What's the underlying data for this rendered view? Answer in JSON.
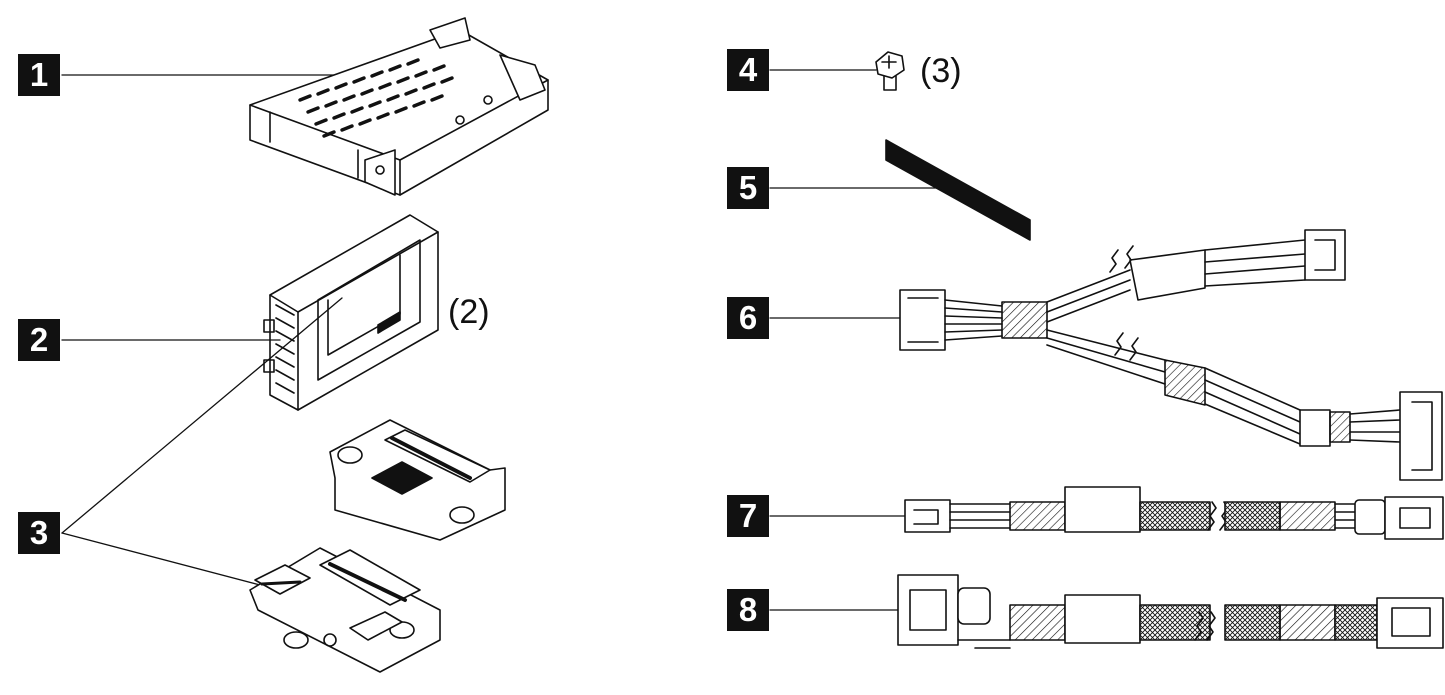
{
  "callouts": [
    {
      "label": "1"
    },
    {
      "label": "2"
    },
    {
      "label": "3"
    },
    {
      "label": "4"
    },
    {
      "label": "5"
    },
    {
      "label": "6"
    },
    {
      "label": "7"
    },
    {
      "label": "8"
    }
  ],
  "quantities": {
    "drive_fillers": "(2)",
    "screws": "(3)"
  },
  "colors": {
    "ink": "#111111",
    "background": "#ffffff"
  }
}
